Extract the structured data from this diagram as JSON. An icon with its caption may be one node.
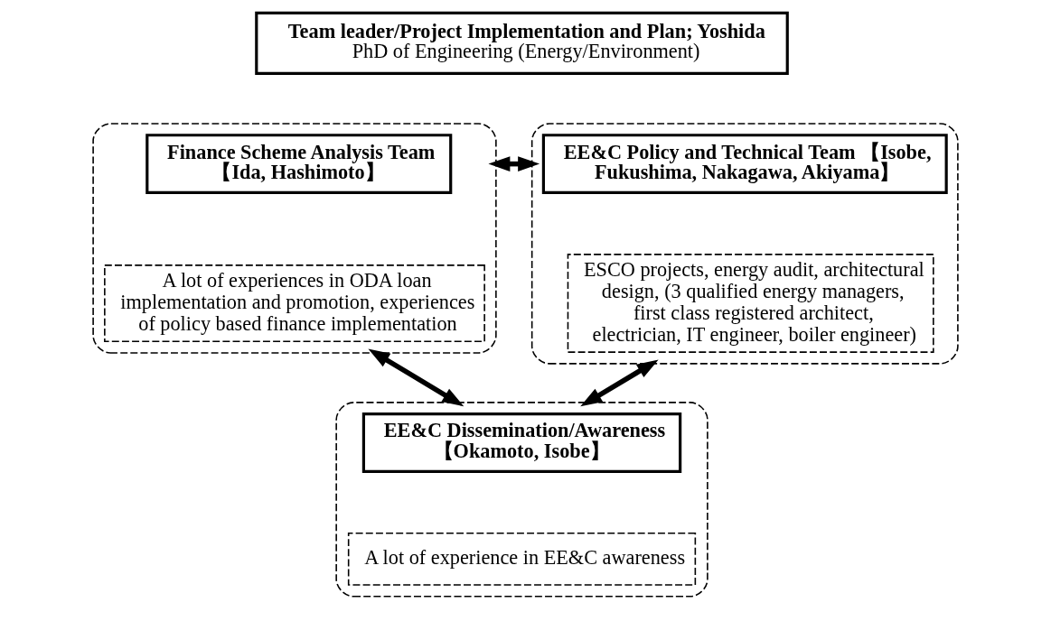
{
  "diagram": {
    "nodes": [
      {
        "text": [
          "Team leader/Project Implementation and Plan; Yoshida",
          "PhD of Engineering (Energy/Environment)"
        ]
      },
      {
        "text": [],
        "shape": "ellipse"
      },
      {
        "text": [
          "Finance Scheme Analysis Team 【Ida, Hashimoto】"
        ],
        "in": 1
      },
      {
        "text": [
          "A lot of experiences in ODA loan implementation and promotion, experiences of policy based finance implementation"
        ],
        "in": 1
      },
      {
        "text": [],
        "shape": "ellipse"
      },
      {
        "text": [
          "EE&C Policy and Technical Team 【Isobe, Fukushima, Nakagawa, Akiyama】"
        ],
        "in": 4
      },
      {
        "text": [
          "ESCO projects, energy audit, architectural design, (3 qualified energy managers, first class registered architect, electrician, IT engineer, boiler engineer)"
        ],
        "in": 4
      },
      {
        "text": [],
        "shape": "ellipse"
      },
      {
        "text": [
          "EE&C Dissemination/Awareness 【Okamoto, Isobe】"
        ],
        "in": 7
      },
      {
        "text": [
          "A lot of experience in EE&C awareness"
        ],
        "in": 7
      }
    ],
    "edges": [
      {
        "from": 1,
        "to": 4,
        "arrow": "both"
      },
      {
        "from": 1,
        "to": 7,
        "arrow": "both"
      },
      {
        "from": 4,
        "to": 7,
        "arrow": "both"
      }
    ]
  }
}
